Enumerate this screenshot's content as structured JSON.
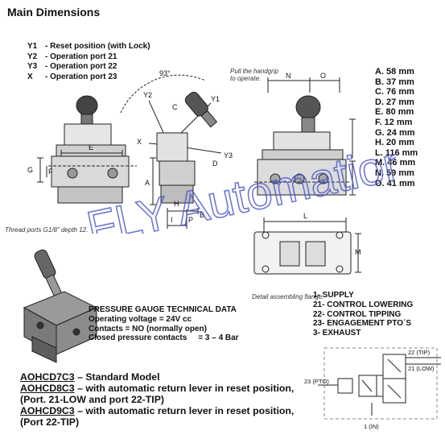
{
  "title": "Main Dimensions",
  "positions": [
    {
      "key": "Y1",
      "text": "- Reset position (with Lock)"
    },
    {
      "key": "Y2",
      "text": "- Operation port 21"
    },
    {
      "key": "Y3",
      "text": "- Operation port 22"
    },
    {
      "key": "X",
      "text": "-  Operation port 23"
    }
  ],
  "dimensions": [
    "A. 58 mm",
    "B. 37 mm",
    "C. 76 mm",
    "D. 27 mm",
    "E. 80 mm",
    "F. 12 mm",
    "G. 24 mm",
    "H. 20 mm",
    "L. 116 mm",
    "M. 46 mm",
    "N. 59 mm",
    "O. 41 mm"
  ],
  "drawing": {
    "pull_note": [
      "Pull the handgrip",
      "to operate."
    ],
    "angle": "93°",
    "thread_note": "Thread ports G1/8\" depth 12.",
    "detail_note": "Detail assembling flange.",
    "labels": {
      "a": "A",
      "b": "B",
      "c": "C",
      "d": "D",
      "e": "E",
      "f": "F",
      "g": "G",
      "h": "H",
      "i": "I",
      "p": "P",
      "l": "L",
      "m": "M",
      "n": "N",
      "o": "O",
      "x": "X",
      "y1": "Y1",
      "y2": "Y2",
      "y3": "Y3"
    }
  },
  "ports": [
    "1-  SUPPLY",
    "21- CONTROL LOWERING",
    "22- CONTROL TIPPING",
    "23- ENGAGEMENT PTO´S",
    "3- EXHAUST"
  ],
  "gauge": {
    "heading": "PRESSURE GAUGE TECHNICAL DATA",
    "lines": [
      "Operating voltage = 24V cc",
      "Contacts = NO (normally open)",
      "Closed pressure contacts",
      "= 3 – 4 Bar"
    ]
  },
  "schematic": {
    "port23": "23 (PTO)",
    "port22": "22 (TIP)",
    "port21": "21 (LOW)",
    "port1": "1 (IN)"
  },
  "models": [
    {
      "code": "AOHCD7C3",
      "text": " – Standard Model"
    },
    {
      "code": "AOHCD8C3",
      "text": " – with automatic return lever in reset position,"
    },
    {
      "code": "",
      "text": "(Port. 21-LOW and port 22-TIP)"
    },
    {
      "code": "AOHCD9C3",
      "text": " – with automatic return lever in reset position,"
    },
    {
      "code": "",
      "text": "(Port 22-TIP)"
    }
  ],
  "watermark": "FLY Automation"
}
